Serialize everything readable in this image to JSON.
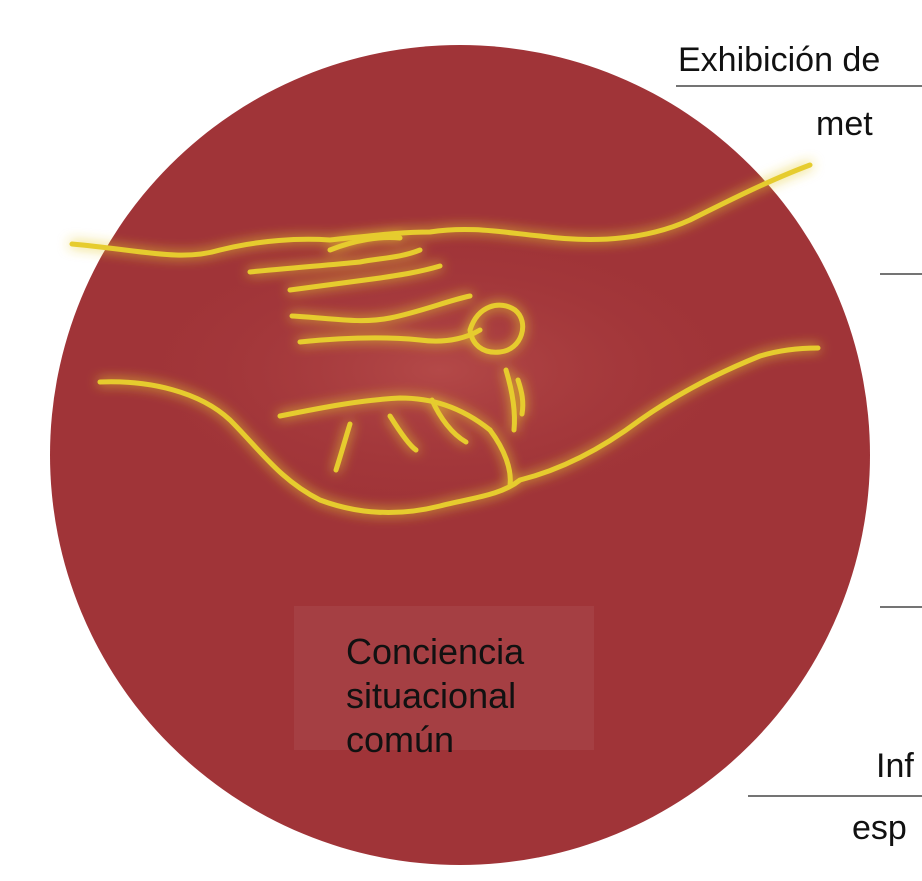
{
  "diagram": {
    "center_label_lines": [
      "Conciencia",
      "situacional",
      "común"
    ],
    "side_labels": {
      "top_line1": "Exhibición de",
      "top_line2": "met",
      "bottom_line1": "Inf",
      "bottom_line2": "esp"
    },
    "colors": {
      "circle_fill": "#a03438",
      "hands_stroke": "#e6cc2e",
      "text": "#111111"
    },
    "illustration": "handshake-line-drawing"
  }
}
